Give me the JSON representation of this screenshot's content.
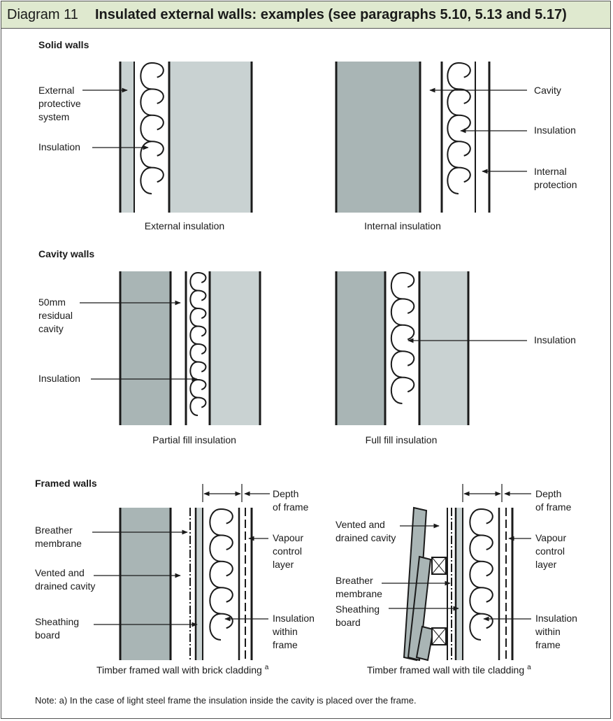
{
  "header": {
    "number": "Diagram 11",
    "title": "Insulated external walls: examples (see paragraphs 5.10, 5.13 and 5.17)"
  },
  "colors": {
    "header_bg": "#dfe9cf",
    "masonry_dark": "#a9b5b5",
    "masonry_light": "#c9d2d2"
  },
  "solid_walls": {
    "heading": "Solid walls",
    "external": {
      "caption": "External insulation",
      "label_protective": [
        "External",
        "protective",
        "system"
      ],
      "label_insulation": "Insulation"
    },
    "internal": {
      "caption": "Internal insulation",
      "label_cavity": "Cavity",
      "label_insulation": "Insulation",
      "label_protection": [
        "Internal",
        "protection"
      ]
    }
  },
  "cavity_walls": {
    "heading": "Cavity walls",
    "partial": {
      "caption": "Partial fill insulation",
      "label_residual": [
        "50mm",
        "residual",
        "cavity"
      ],
      "label_insulation": "Insulation"
    },
    "full": {
      "caption": "Full fill insulation",
      "label_insulation": "Insulation"
    }
  },
  "framed_walls": {
    "heading": "Framed walls",
    "brick": {
      "caption": "Timber framed wall with brick cladding",
      "caption_sup": "a",
      "label_depth": [
        "Depth",
        "of frame"
      ],
      "label_breather": [
        "Breather",
        "membrane"
      ],
      "label_vented": [
        "Vented and",
        "drained cavity"
      ],
      "label_sheathing": [
        "Sheathing",
        "board"
      ],
      "label_vapour": [
        "Vapour",
        "control",
        "layer"
      ],
      "label_insulation": [
        "Insulation",
        "within",
        "frame"
      ]
    },
    "tile": {
      "caption": "Timber framed wall with tile cladding",
      "caption_sup": "a",
      "label_depth": [
        "Depth",
        "of frame"
      ],
      "label_vented": [
        "Vented and",
        "drained cavity"
      ],
      "label_breather": [
        "Breather",
        "membrane"
      ],
      "label_sheathing": [
        "Sheathing",
        "board"
      ],
      "label_vapour": [
        "Vapour",
        "control",
        "layer"
      ],
      "label_insulation": [
        "Insulation",
        "within",
        "frame"
      ]
    }
  },
  "note": "Note: a) In the case of light steel frame the insulation inside the cavity is placed over the frame."
}
